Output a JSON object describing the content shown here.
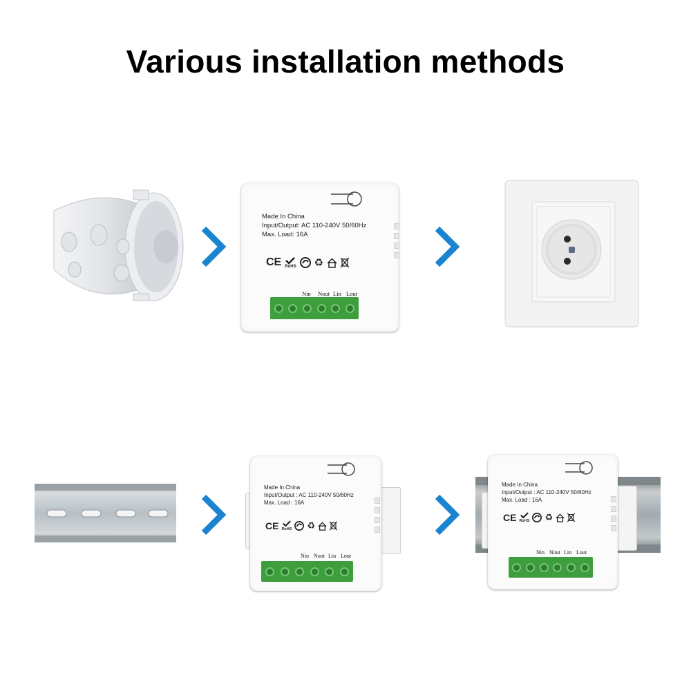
{
  "title": "Various installation methods",
  "module_label": {
    "line1": "Made In China",
    "line2": "Input/Output: AC 110-240V 50/60Hz",
    "line2b": "Input/Output : AC 110-240V 50/60Hz",
    "line3": "Max. Load: 16A",
    "line3b": "Max. Load : 16A",
    "ce": "CE",
    "rohs": "RoHS",
    "terminals": [
      "Nin",
      "Nout",
      "Lin",
      "Lout"
    ]
  },
  "icons": [
    "arrow-right-icon",
    "check-icon",
    "recycle-icon",
    "house-icon",
    "bin-crossed-icon"
  ],
  "colors": {
    "arrow": "#1b84d1",
    "terminal": "#3e9e3e",
    "text": "#000000"
  }
}
